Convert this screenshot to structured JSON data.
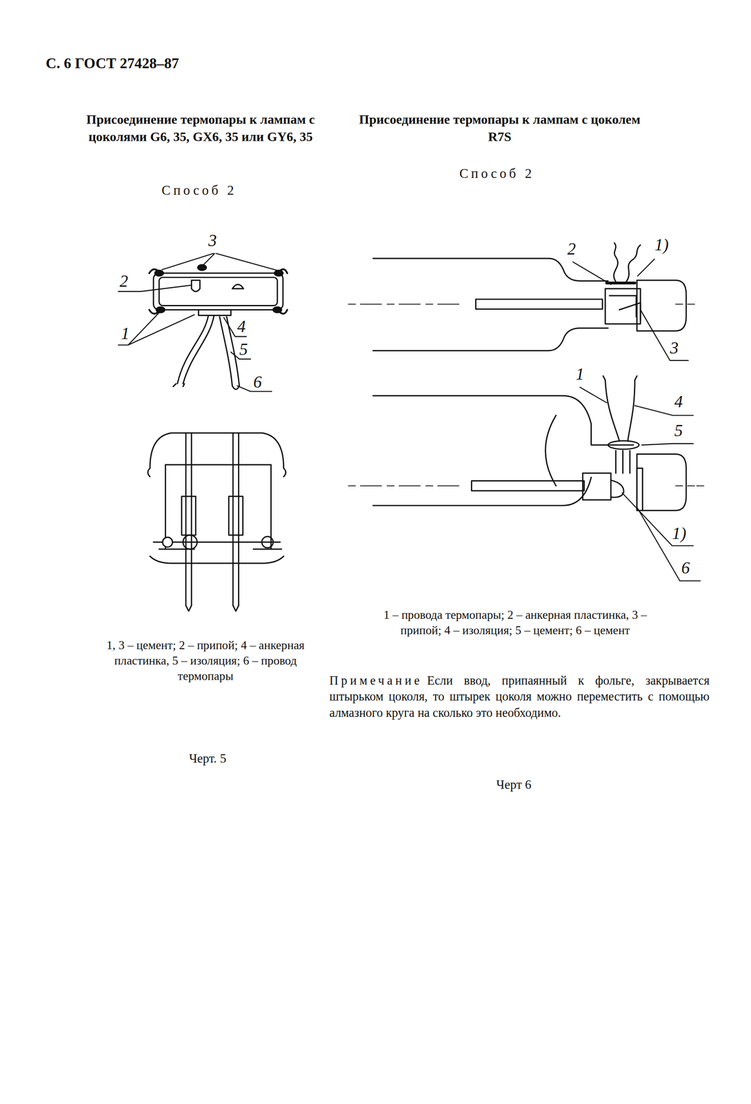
{
  "diagram": {
    "labels": [
      "С. 6 ГОСТ 27428–87",
      "Присоединение термопары к лампам с цоколями G6, 35, GX6, 35 или GY6, 35",
      "Способ 2",
      "3",
      "2",
      "1",
      "4",
      "5",
      "6",
      "1, 3 – цемент; 2 – припой; 4 – анкерная пластинка, 5 – изоляция; 6 – провод термопары",
      "Черт. 5",
      "Присоединение термопары к лампам с цоколем R7S",
      "Способ 2",
      "2",
      "1)",
      "3",
      "1",
      "4",
      "5",
      "1)",
      "6",
      "1 – провода термопары; 2 – анкерная пластинка, 3 – припой; 4 – изоляция; 5 – цемент; 6 – цемент",
      "Примечание",
      "Если ввод, припаянный к фольге, закрывается штырьком цоколя, то штырек цоколя можно переместить с помощью алмазного круга на сколько это необходимо.",
      "Черт 6"
    ]
  }
}
